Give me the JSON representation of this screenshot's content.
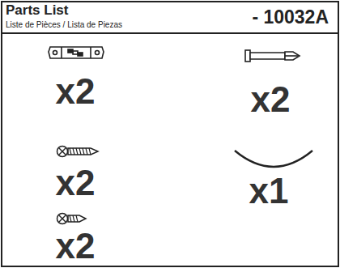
{
  "diagram": {
    "nodes": [
      {
        "text": [
          "Parts List",
          "Liste de Pièces / Lista de Piezas",
          "- 10032A"
        ]
      }
    ],
    "labels": [
      "x2",
      "x2",
      "x2",
      "x1",
      "x2"
    ]
  }
}
